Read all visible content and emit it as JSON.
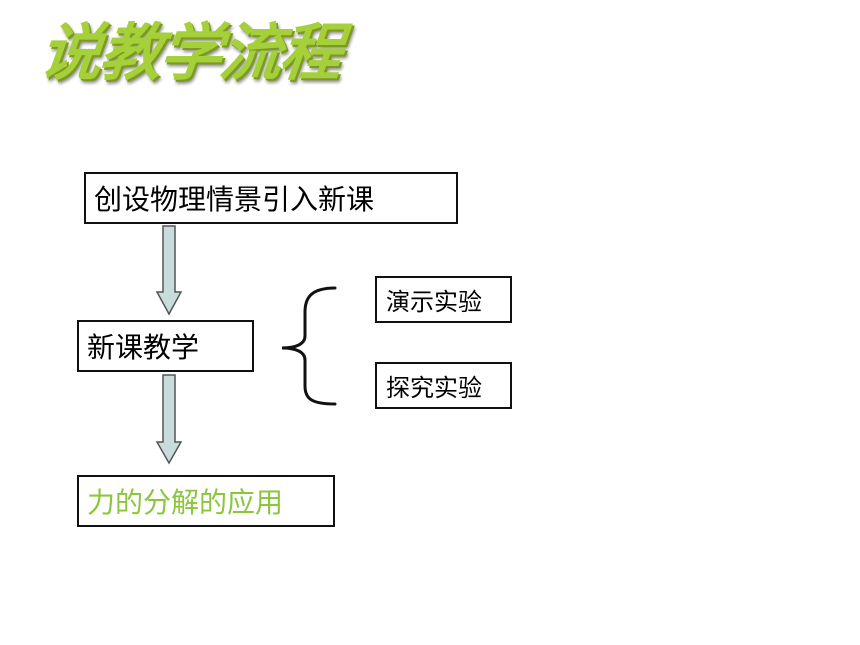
{
  "title": "说教学流程",
  "flow": {
    "step1": "创设物理情景引入新课",
    "step2": "新课教学",
    "step3": "力的分解的应用",
    "branch1": "演示实验",
    "branch2": "探究实验"
  },
  "colors": {
    "title": "#a6d03a",
    "step3_text": "#8cc63f",
    "arrow_fill": "#c8dcdc",
    "border": "#111111"
  }
}
